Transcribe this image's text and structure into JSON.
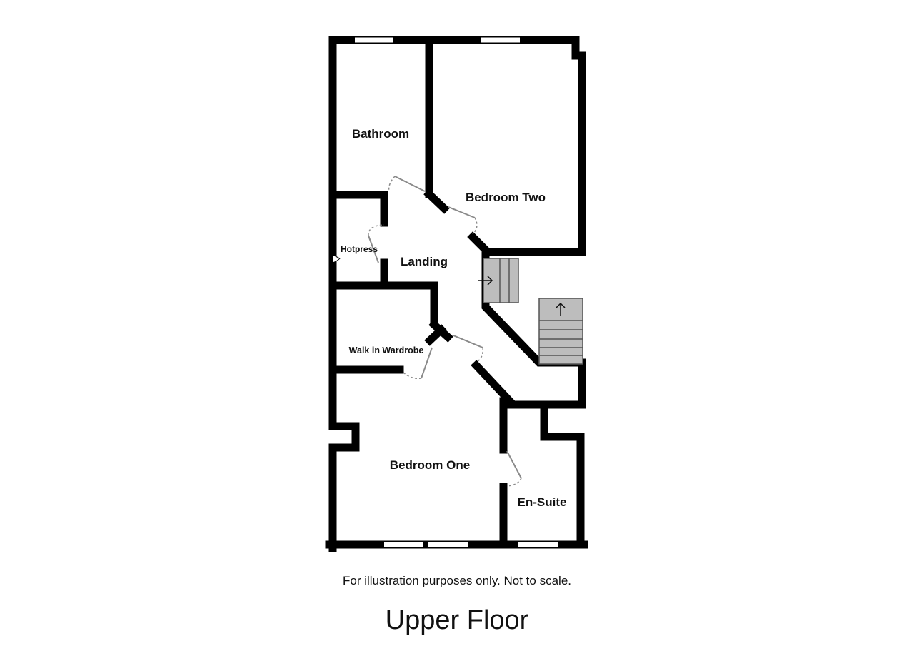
{
  "rooms": {
    "bathroom": "Bathroom",
    "bedroom_two": "Bedroom Two",
    "hotpress": "Hotpress",
    "landing": "Landing",
    "walk_in_wardrobe": "Walk in Wardrobe",
    "bedroom_one": "Bedroom One",
    "en_suite": "En-Suite"
  },
  "disclaimer": "For illustration purposes only. Not to scale.",
  "floor_title": "Upper Floor"
}
